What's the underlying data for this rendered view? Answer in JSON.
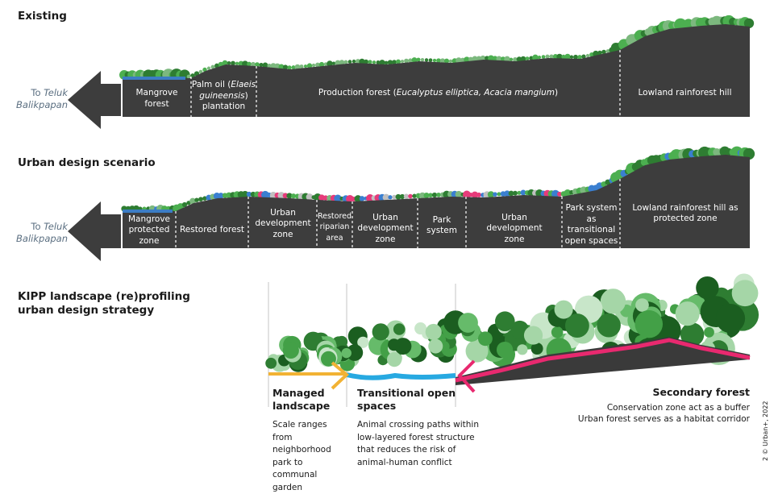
{
  "existing": {
    "title": "Existing",
    "destination": {
      "prefix": "To ",
      "place1": "Teluk",
      "place2": "Balikpapan"
    },
    "zones": [
      {
        "label": "Mangrove forest"
      },
      {
        "label_a": "Palm oil (",
        "label_i1": "Elaeis",
        "label_i2": "guineensis",
        "label_b": ") plantation"
      },
      {
        "label_a": "Production forest (",
        "label_i": "Eucalyptus elliptica, Acacia mangium",
        "label_b": ")"
      },
      {
        "label": "Lowland rainforest hill"
      }
    ]
  },
  "scenario": {
    "title": "Urban design scenario",
    "destination": {
      "prefix": "To ",
      "place1": "Teluk",
      "place2": "Balikpapan"
    },
    "zones": [
      {
        "label": "Mangrove protected zone"
      },
      {
        "label": "Restored forest"
      },
      {
        "label": "Urban development zone"
      },
      {
        "label": "Restored riparian area"
      },
      {
        "label": "Urban development zone"
      },
      {
        "label": "Park system"
      },
      {
        "label": "Urban development zone"
      },
      {
        "label": "Park system as transitional open spaces"
      },
      {
        "label": "Lowland rainforest hill as protected zone"
      }
    ]
  },
  "strategy": {
    "title": "KIPP landscape (re)profiling urban design strategy",
    "sections": [
      {
        "heading": "Managed landscape",
        "text": "Scale ranges from neighborhood park to communal garden"
      },
      {
        "heading": "Transitional open spaces",
        "text": "Animal crossing paths within low-layered forest structure that reduces the risk of animal-human conflict"
      },
      {
        "heading": "Secondary forest",
        "line1": "Conservation zone act as a buffer",
        "line2": "Urban forest serves as a habitat corridor"
      }
    ],
    "colors": {
      "managed": "#f2b233",
      "transitional": "#27a9e1",
      "secondary": "#e8296f"
    }
  },
  "copyright": "2 © Urban+, 2022"
}
